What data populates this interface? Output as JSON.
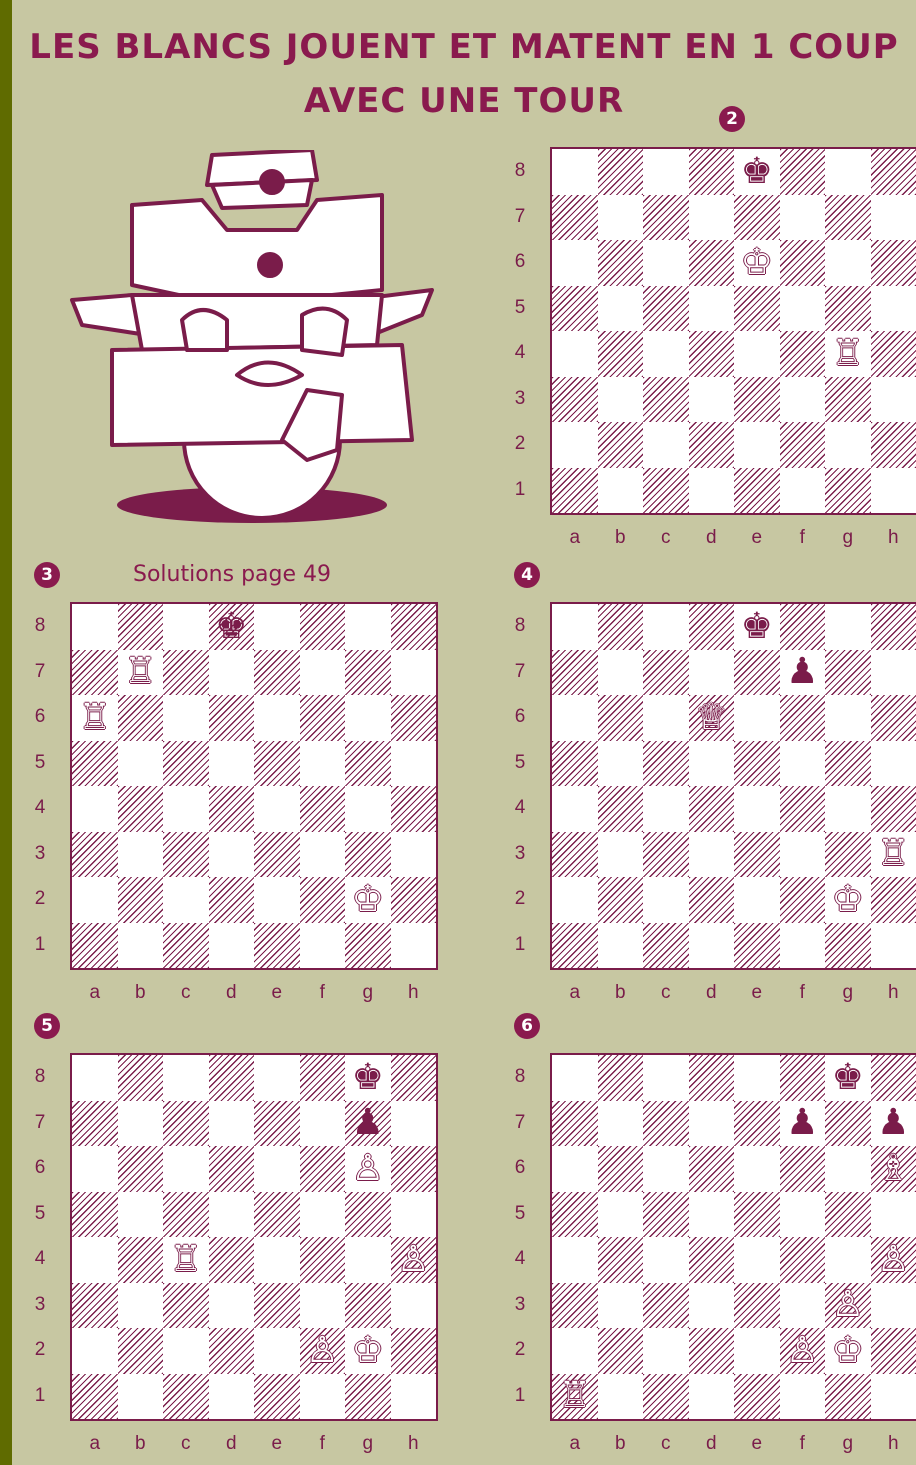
{
  "title_line1": "LES BLANCS JOUENT ET MATENT EN 1 COUP",
  "title_line2": "AVEC UNE TOUR",
  "solutions_text": "Solutions page 49",
  "files": [
    "a",
    "b",
    "c",
    "d",
    "e",
    "f",
    "g",
    "h"
  ],
  "ranks": [
    "8",
    "7",
    "6",
    "5",
    "4",
    "3",
    "2",
    "1"
  ],
  "colors": {
    "ink": "#7a1c4a",
    "accent": "#8a1a4e",
    "page": "#c7c7a2",
    "frame": "#5f6b00"
  },
  "puzzles": [
    {
      "number": "2",
      "pieces": [
        {
          "square": "e8",
          "color": "black",
          "type": "king"
        },
        {
          "square": "e6",
          "color": "white",
          "type": "king"
        },
        {
          "square": "g4",
          "color": "white",
          "type": "rook"
        }
      ]
    },
    {
      "number": "3",
      "pieces": [
        {
          "square": "d8",
          "color": "black",
          "type": "king"
        },
        {
          "square": "b7",
          "color": "white",
          "type": "rook"
        },
        {
          "square": "a6",
          "color": "white",
          "type": "rook"
        },
        {
          "square": "g2",
          "color": "white",
          "type": "king"
        }
      ]
    },
    {
      "number": "4",
      "pieces": [
        {
          "square": "e8",
          "color": "black",
          "type": "king"
        },
        {
          "square": "f7",
          "color": "black",
          "type": "pawn"
        },
        {
          "square": "d6",
          "color": "white",
          "type": "queen"
        },
        {
          "square": "h3",
          "color": "white",
          "type": "rook"
        },
        {
          "square": "g2",
          "color": "white",
          "type": "king"
        }
      ]
    },
    {
      "number": "5",
      "pieces": [
        {
          "square": "g8",
          "color": "black",
          "type": "king"
        },
        {
          "square": "g7",
          "color": "black",
          "type": "pawn"
        },
        {
          "square": "g6",
          "color": "white",
          "type": "pawn"
        },
        {
          "square": "c4",
          "color": "white",
          "type": "rook"
        },
        {
          "square": "h4",
          "color": "white",
          "type": "pawn"
        },
        {
          "square": "f2",
          "color": "white",
          "type": "pawn"
        },
        {
          "square": "g2",
          "color": "white",
          "type": "king"
        }
      ]
    },
    {
      "number": "6",
      "pieces": [
        {
          "square": "g8",
          "color": "black",
          "type": "king"
        },
        {
          "square": "f7",
          "color": "black",
          "type": "pawn"
        },
        {
          "square": "h7",
          "color": "black",
          "type": "pawn"
        },
        {
          "square": "h6",
          "color": "white",
          "type": "bishop"
        },
        {
          "square": "h4",
          "color": "white",
          "type": "pawn"
        },
        {
          "square": "g3",
          "color": "white",
          "type": "pawn"
        },
        {
          "square": "f2",
          "color": "white",
          "type": "pawn"
        },
        {
          "square": "g2",
          "color": "white",
          "type": "king"
        },
        {
          "square": "a1",
          "color": "white",
          "type": "rook"
        }
      ]
    }
  ]
}
